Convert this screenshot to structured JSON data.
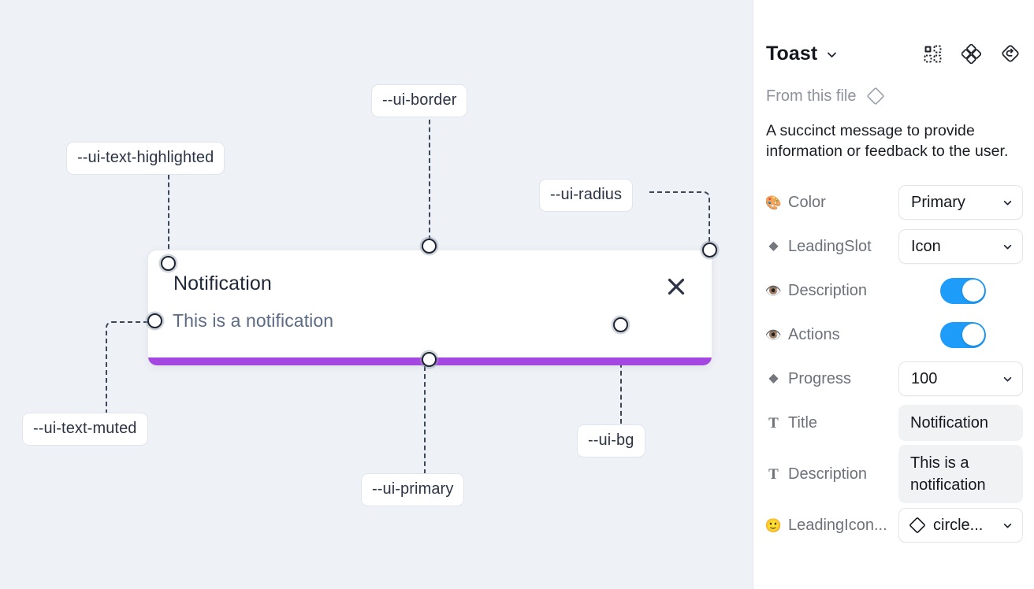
{
  "canvas": {
    "background_color": "#eef1f6",
    "toast": {
      "title": "Notification",
      "description": "This is a notification",
      "close_icon": "close-x-icon",
      "progress_color": "#a347e0",
      "card_color": "#ffffff"
    },
    "annotations": [
      {
        "id": "ui-text-highlighted",
        "label": "--ui-text-highlighted"
      },
      {
        "id": "ui-border",
        "label": "--ui-border"
      },
      {
        "id": "ui-radius",
        "label": "--ui-radius"
      },
      {
        "id": "ui-text-muted",
        "label": "--ui-text-muted"
      },
      {
        "id": "ui-primary",
        "label": "--ui-primary"
      },
      {
        "id": "ui-bg",
        "label": "--ui-bg"
      }
    ]
  },
  "panel": {
    "title": "Toast",
    "title_caret_icon": "chevron-down-icon",
    "header_icons": [
      {
        "name": "component-set-icon"
      },
      {
        "name": "variants-cluster-icon"
      },
      {
        "name": "reset-instance-icon"
      }
    ],
    "from_file_label": "From this file",
    "from_file_icon": "diamond-component-icon",
    "description": "A succinct message to provide information or feedback to the user.",
    "properties": [
      {
        "icon": "palette-emoji-icon",
        "glyph": "🎨",
        "icon_kind": "emoji",
        "label": "Color",
        "control": "select",
        "value": "Primary"
      },
      {
        "icon": "diamond-icon",
        "glyph": "◆",
        "icon_kind": "diamond",
        "label": "LeadingSlot",
        "control": "select",
        "value": "Icon"
      },
      {
        "icon": "eye-emoji-icon",
        "glyph": "👁️",
        "icon_kind": "emoji",
        "label": "Description",
        "control": "toggle",
        "value": "on"
      },
      {
        "icon": "eye-emoji-icon",
        "glyph": "👁️",
        "icon_kind": "emoji",
        "label": "Actions",
        "control": "toggle",
        "value": "on"
      },
      {
        "icon": "diamond-icon",
        "glyph": "◆",
        "icon_kind": "diamond",
        "label": "Progress",
        "control": "select",
        "value": "100"
      },
      {
        "icon": "text-type-icon",
        "glyph": "T",
        "icon_kind": "serif-t",
        "label": "Title",
        "control": "textbox",
        "value": "Notification"
      },
      {
        "icon": "text-type-icon",
        "glyph": "T",
        "icon_kind": "serif-t",
        "label": "Description",
        "control": "textbox",
        "value": "This is a notification"
      },
      {
        "icon": "smiley-emoji-icon",
        "glyph": "🙂",
        "icon_kind": "emoji",
        "label": "LeadingIcon...",
        "control": "select-icon",
        "value": "circle..."
      }
    ],
    "accent_color": "#1e9cfa"
  }
}
